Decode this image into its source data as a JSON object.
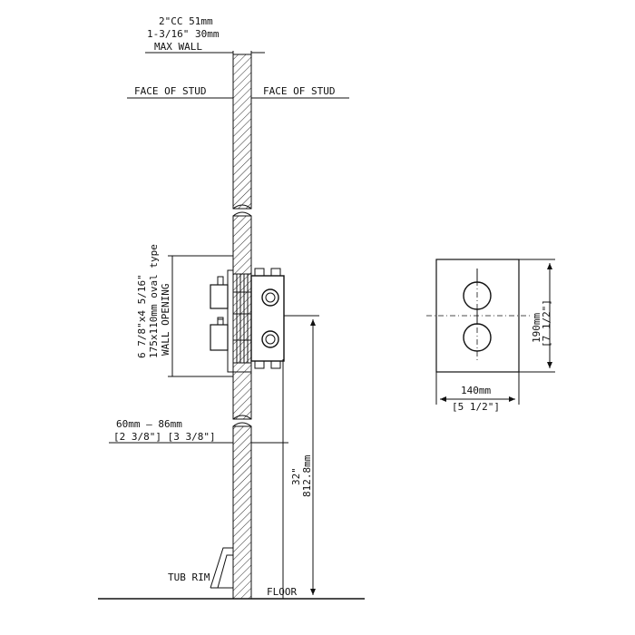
{
  "labels": {
    "cc_line": "2\"CC 51mm",
    "depth_line": "1-3/16\" 30mm",
    "max_wall": "MAX WALL",
    "face_of_stud_left": "FACE OF STUD",
    "face_of_stud_right": "FACE OF STUD",
    "opening_line1": "6 7/8\"x4 5/16\"",
    "opening_line2": "175x110mm oval type",
    "opening_line3": "WALL OPENING",
    "range_mm": "60mm  —  86mm",
    "range_in": "[2 3/8\"] [3 3/8\"]",
    "height_in": "32\"",
    "height_mm": "812.8mm",
    "tub_rim": "TUB RIM",
    "floor": "FLOOR",
    "plate_height_mm": "190mm",
    "plate_height_in": "[7 1/2\"]",
    "plate_width_mm": "140mm",
    "plate_width_in": "[5 1/2\"]"
  },
  "colors": {
    "ink": "#111111",
    "background": "#ffffff"
  }
}
